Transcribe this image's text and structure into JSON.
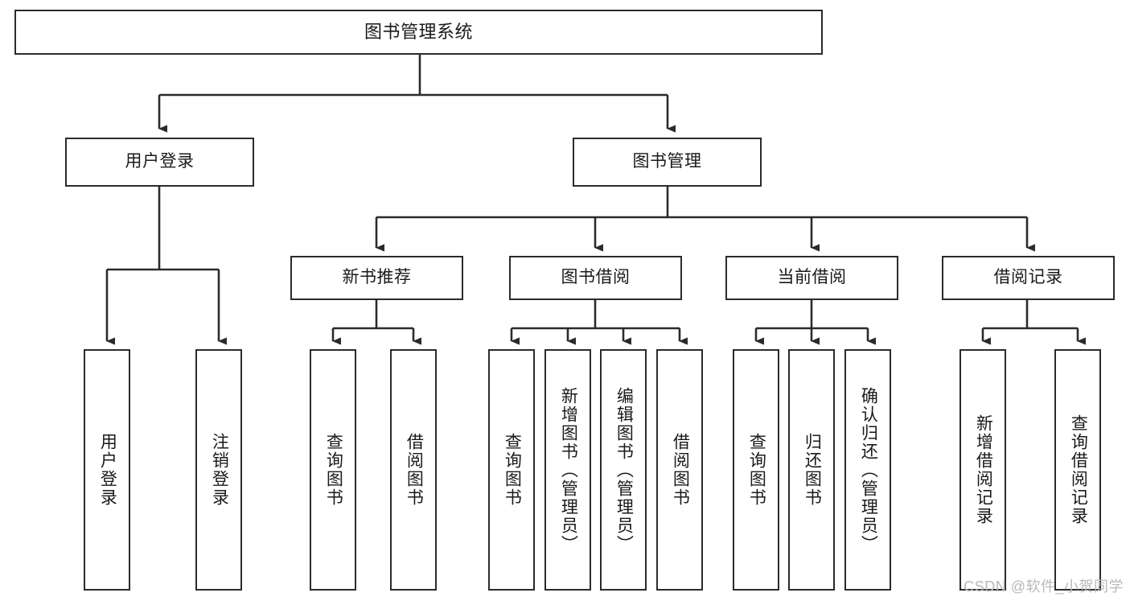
{
  "diagram": {
    "title": "图书管理系统",
    "type": "tree",
    "watermark": "CSDN @软件_小贺同学",
    "colors": {
      "stroke": "#2b2b2b",
      "fill": "#ffffff",
      "text": "#1a1a1a",
      "watermark": "#b9b9b9"
    },
    "nodes": {
      "root": {
        "label": "图书管理系统"
      },
      "level2": [
        {
          "label": "用户登录"
        },
        {
          "label": "图书管理"
        }
      ],
      "level3": [
        {
          "label": "新书推荐"
        },
        {
          "label": "图书借阅"
        },
        {
          "label": "当前借阅"
        },
        {
          "label": "借阅记录"
        }
      ],
      "leaves_user_login": [
        {
          "label": "用户登录"
        },
        {
          "label": "注销登录"
        }
      ],
      "leaves_new_books": [
        {
          "label": "查询图书"
        },
        {
          "label": "借阅图书"
        }
      ],
      "leaves_borrow": [
        {
          "label": "查询图书"
        },
        {
          "label": "新增图书（管理员）"
        },
        {
          "label": "编辑图书（管理员）"
        },
        {
          "label": "借阅图书"
        }
      ],
      "leaves_current": [
        {
          "label": "查询图书"
        },
        {
          "label": "归还图书"
        },
        {
          "label": "确认归还（管理员）"
        }
      ],
      "leaves_records": [
        {
          "label": "新增借阅记录"
        },
        {
          "label": "查询借阅记录"
        }
      ]
    }
  }
}
